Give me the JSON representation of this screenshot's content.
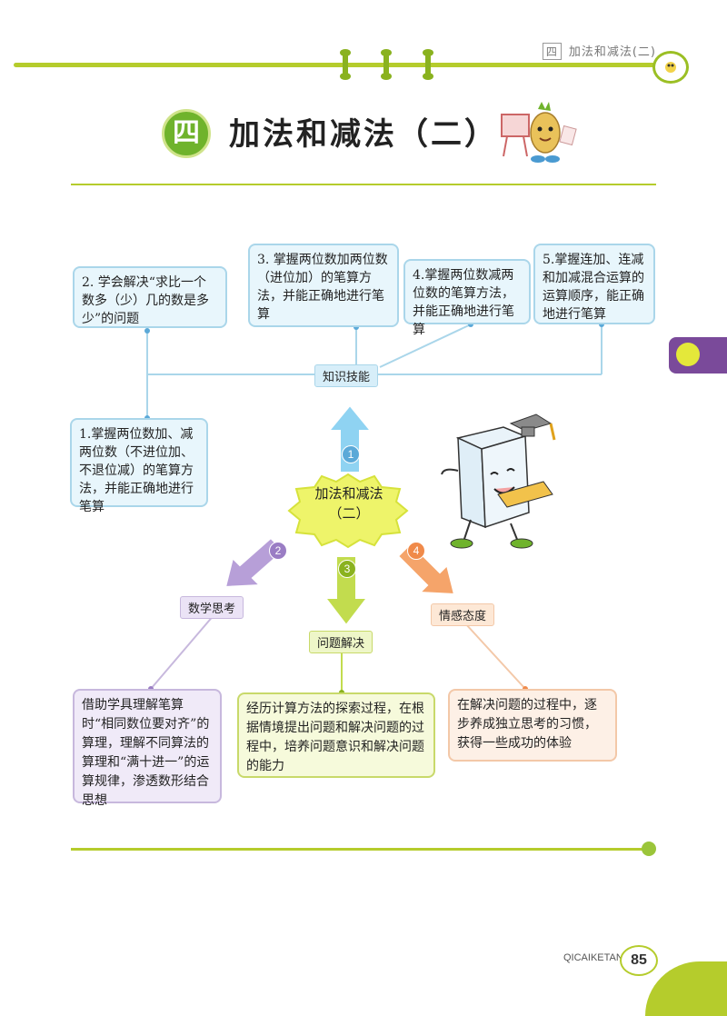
{
  "header": {
    "chapter_num": "四",
    "chapter_title": "加法和减法(二)"
  },
  "title": {
    "badge": "四",
    "text": "加法和减法（二）"
  },
  "mindmap": {
    "center": {
      "line1": "加法和减法",
      "line2": "（二）"
    },
    "knowledge_label": "知识技能",
    "knowledge_items": [
      "1.掌握两位数加、减两位数（不进位加、不退位减）的笔算方法，并能正确地进行笔算",
      "2. 学会解决“求比一个数多（少）几的数是多少”的问题",
      "3. 掌握两位数加两位数（进位加）的笔算方法，并能正确地进行笔算",
      "4.掌握两位数减两位数的笔算方法，并能正确地进行笔算",
      "5.掌握连加、连减和加减混合运算的运算顺序，能正确地进行笔算"
    ],
    "branches": [
      {
        "num": "1",
        "label": "知识技能"
      },
      {
        "num": "2",
        "label": "数学思考",
        "text": "借助学具理解笔算时“相同数位要对齐”的算理，理解不同算法的算理和“满十进一”的运算规律，渗透数形结合思想"
      },
      {
        "num": "3",
        "label": "问题解决",
        "text": "经历计算方法的探索过程，在根据情境提出问题和解决问题的过程中，培养问题意识和解决问题的能力"
      },
      {
        "num": "4",
        "label": "情感态度",
        "text": "在解决问题的过程中，逐步养成独立思考的习惯，获得一些成功的体验"
      }
    ]
  },
  "footer": {
    "brand": "QICAIKETANG",
    "page": "85"
  },
  "colors": {
    "accent_green": "#b5cc2c",
    "blue": "#aad6ea",
    "purple": "#b79fd8",
    "lime": "#b8d84a",
    "orange": "#f5a46a"
  }
}
